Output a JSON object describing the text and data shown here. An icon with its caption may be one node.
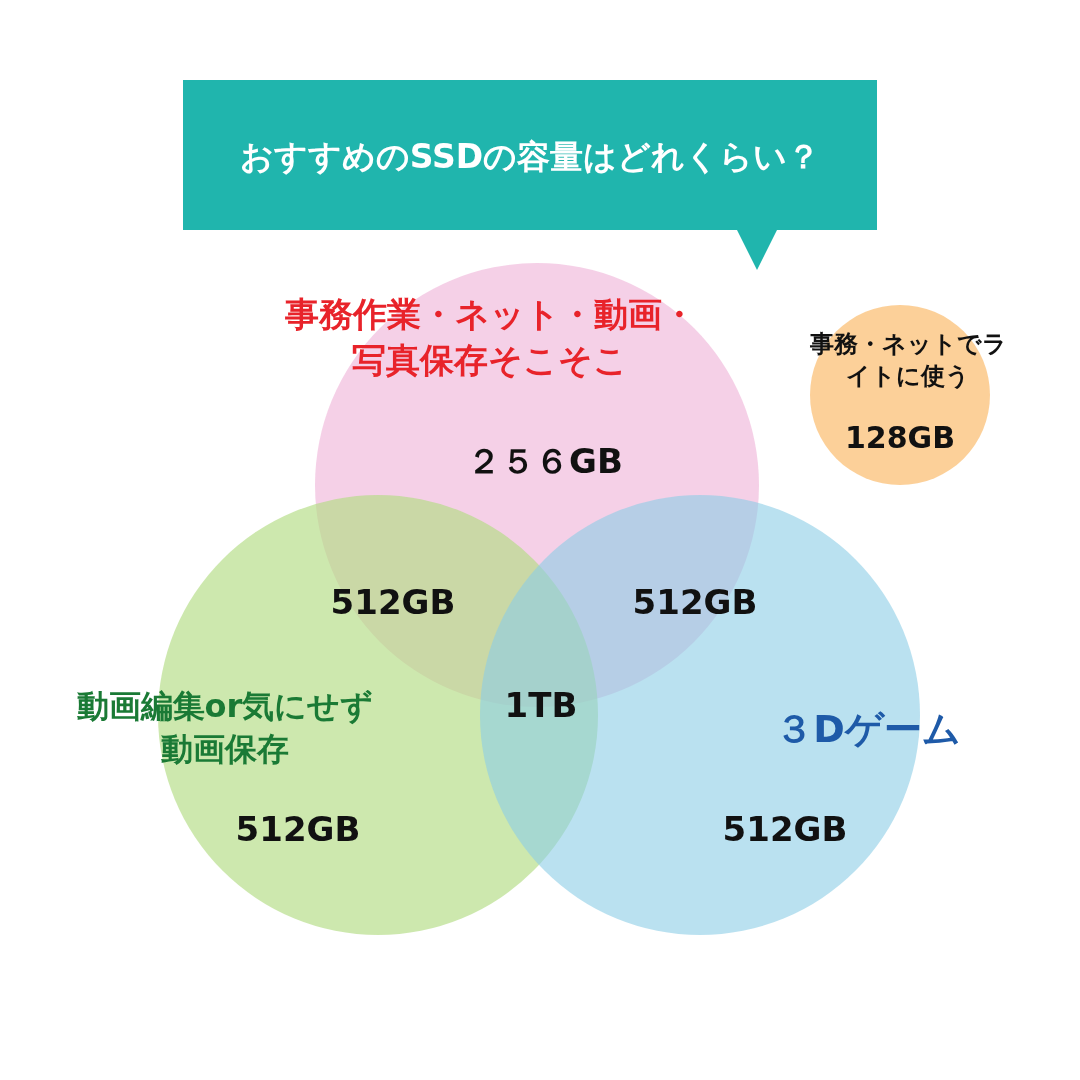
{
  "diagram": {
    "title": "おすすめのSSDの容量はどれくらい？",
    "nodes": [
      {
        "text": [
          "事務作業・ネット・動画・写真保存そこそこ",
          "２５６GB"
        ]
      },
      {
        "text": [
          "事務・ネットでライトに使う",
          "128GB"
        ]
      },
      {
        "text": [
          "動画編集or気にせず動画保存",
          "512GB"
        ]
      },
      {
        "text": [
          "３Dゲーム",
          "512GB"
        ]
      }
    ],
    "labels": [
      "512GB",
      "512GB",
      "1TB"
    ]
  }
}
